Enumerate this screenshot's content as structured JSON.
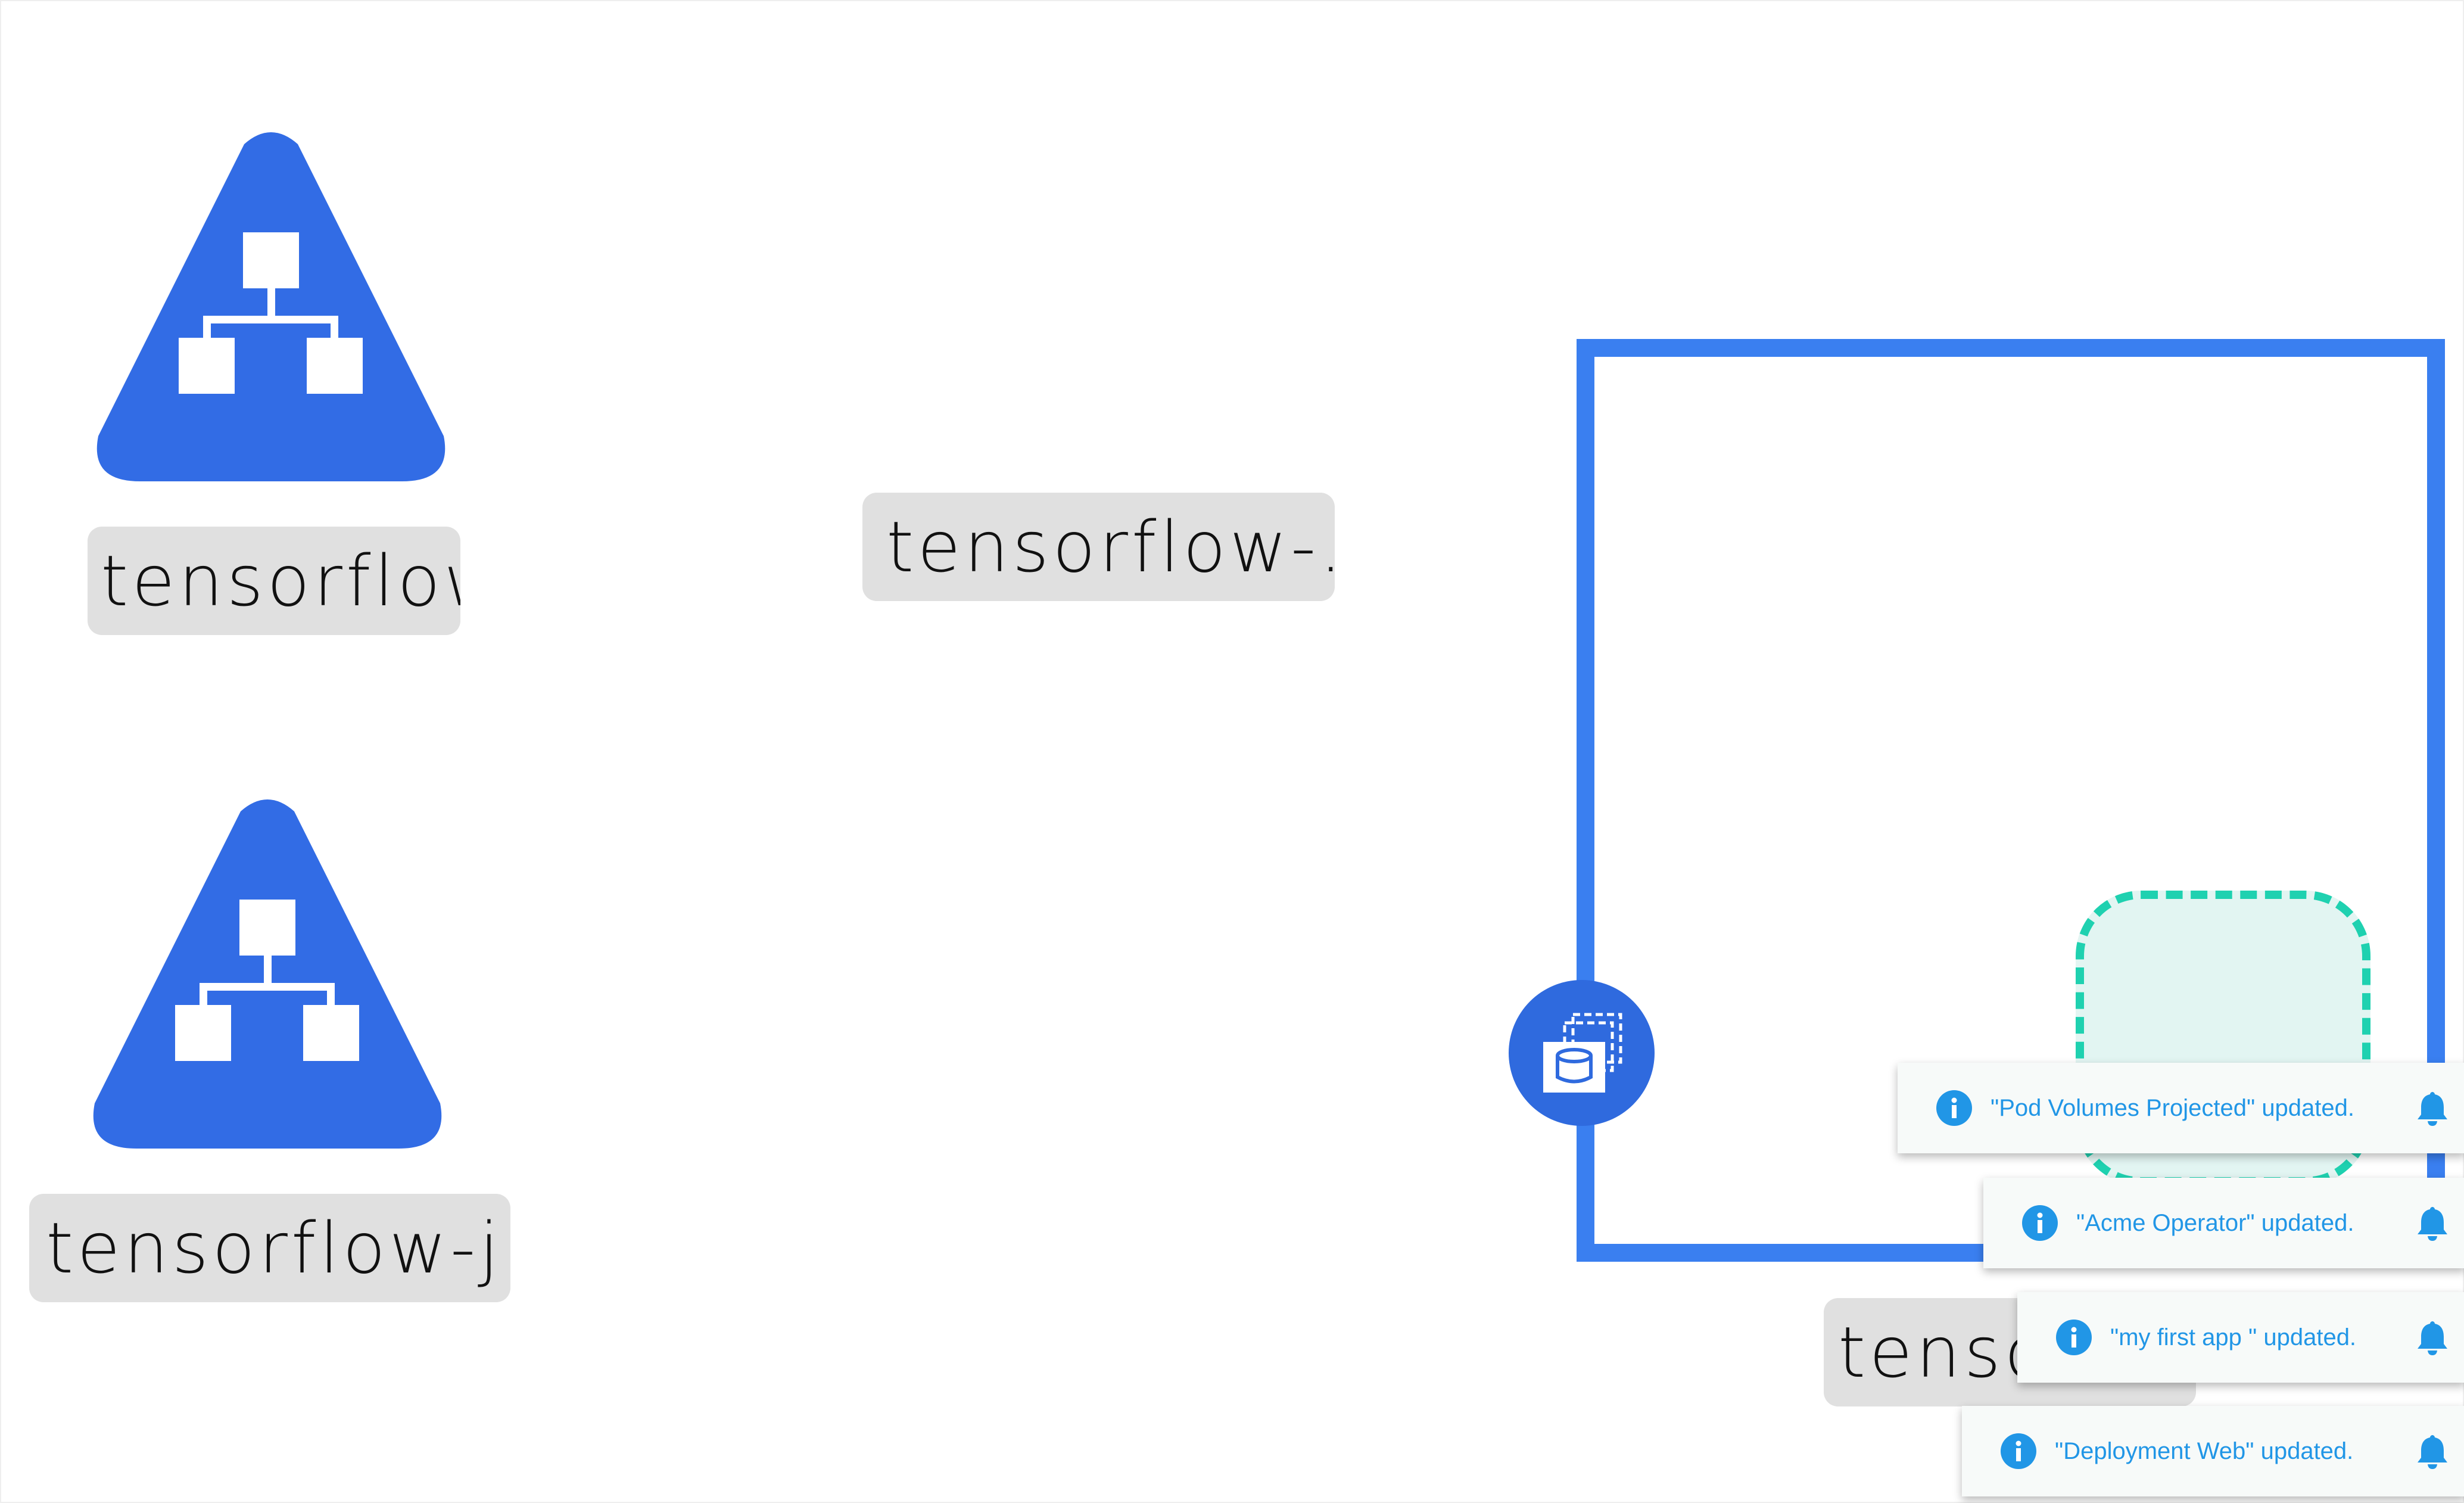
{
  "nodes": {
    "service_top_label": "tensorflow",
    "service_bottom_label": "tensorflow-j...",
    "floating_label": "tensorflow-...",
    "group_label": "tensorflow"
  },
  "notifications": [
    {
      "message": "\"Pod Volumes Projected\" updated.",
      "icon": "info-icon",
      "action_icon": "bell-icon"
    },
    {
      "message": "\"Acme Operator\" updated.",
      "icon": "info-icon",
      "action_icon": "bell-icon"
    },
    {
      "message": "\"my first app \" updated.",
      "icon": "info-icon",
      "action_icon": "bell-icon"
    },
    {
      "message": "\"Deployment Web\" updated.",
      "icon": "info-icon",
      "action_icon": "bell-icon"
    }
  ],
  "colors": {
    "service_blue": "#326ce5",
    "group_border": "#3a7ff0",
    "pod_dashed": "#1fd1b0",
    "pod_fill": "#e2f5f2",
    "toast_text": "#2196e6",
    "label_bg": "#e0e0e0"
  }
}
